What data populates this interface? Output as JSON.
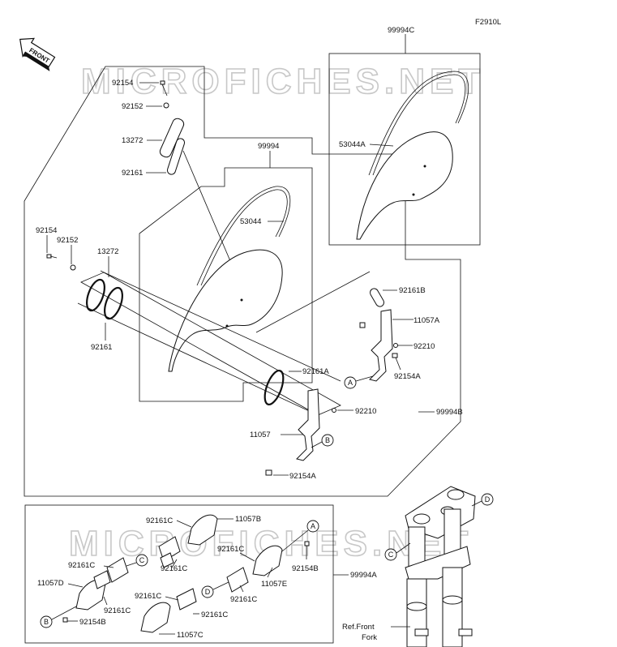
{
  "diagram_code": "F2910L",
  "front_label": "FRONT",
  "watermark": "MICROFICHES.NET",
  "ref_label_line1": "Ref.Front",
  "ref_label_line2": "Fork",
  "labels": {
    "p99994C": "99994C",
    "p53044A": "53044A",
    "p92154_top": "92154",
    "p92152_top": "92152",
    "p13272_top": "13272",
    "p92161_top": "92161",
    "p99994": "99994",
    "p53044": "53044",
    "p92154_left": "92154",
    "p92152_left": "92152",
    "p13272_left": "13272",
    "p92161_left": "92161",
    "p92161B": "92161B",
    "p11057A": "11057A",
    "p92210_r": "92210",
    "p92154A_r": "92154A",
    "p92161A": "92161A",
    "p92210_c": "92210",
    "p99994B": "99994B",
    "p11057": "11057",
    "p92154A_c": "92154A",
    "p92161C_1": "92161C",
    "p11057B": "11057B",
    "p92161C_2": "92161C",
    "p92161C_3": "92161C",
    "p92154B_r": "92154B",
    "p92161C_4": "92161C",
    "p11057E": "11057E",
    "p92161C_5": "92161C",
    "p11057D": "11057D",
    "p92161C_6": "92161C",
    "p92154B_l": "92154B",
    "p92161C_7": "92161C",
    "p92161C_8": "92161C",
    "p11057C": "11057C",
    "p99994A": "99994A"
  },
  "callouts": {
    "A_right": "A",
    "B_center": "B",
    "A_bottom": "A",
    "C_bottom": "C",
    "D_bottom": "D",
    "B_bottom": "B",
    "C_fork": "C",
    "D_fork": "D"
  }
}
